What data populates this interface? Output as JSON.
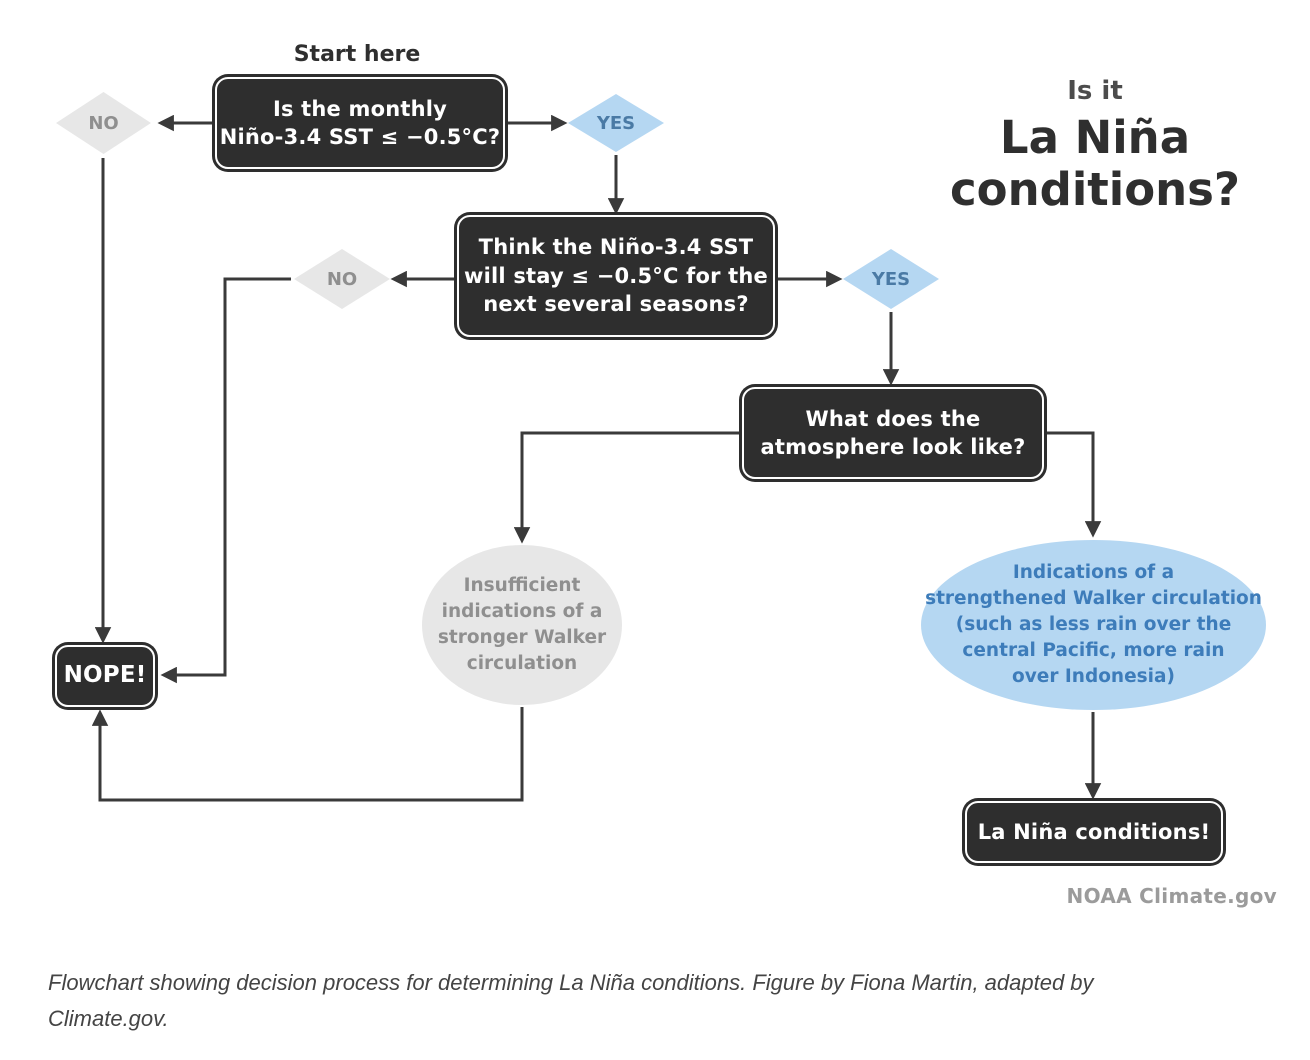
{
  "colors": {
    "dark": "#2e2e2e",
    "line": "#3a3a3a",
    "blue-fill": "#b5d7f2",
    "blue-text": "#4a7aa5",
    "blue-ellipse-text": "#3d7cba",
    "gray-fill": "#e7e7e7",
    "gray-text": "#8f8f8f"
  },
  "header": {
    "is_it": "Is it",
    "la_nina": "La Niña",
    "conditions": "conditions?"
  },
  "flowchart": {
    "start_label": "Start here",
    "q1": "Is the monthly\nNiño-3.4 SST ≤ −0.5°C?",
    "no1": "NO",
    "yes1": "YES",
    "q2": "Think the Niño-3.4 SST\nwill stay ≤ −0.5°C for the\nnext several seasons?",
    "no2": "NO",
    "yes2": "YES",
    "q3": "What does the\natmosphere look like?",
    "insufficient": "Insufficient\nindications of a\nstronger Walker\ncirculation",
    "strengthened": "Indications of a\nstrengthened Walker circulation\n(such as less rain over the\ncentral Pacific, more rain\nover Indonesia)",
    "nope": "NOPE!",
    "result": "La Niña conditions!"
  },
  "credit": "NOAA Climate.gov",
  "caption": "Flowchart showing decision process for determining La Niña conditions. Figure by Fiona Martin, adapted by Climate.gov."
}
